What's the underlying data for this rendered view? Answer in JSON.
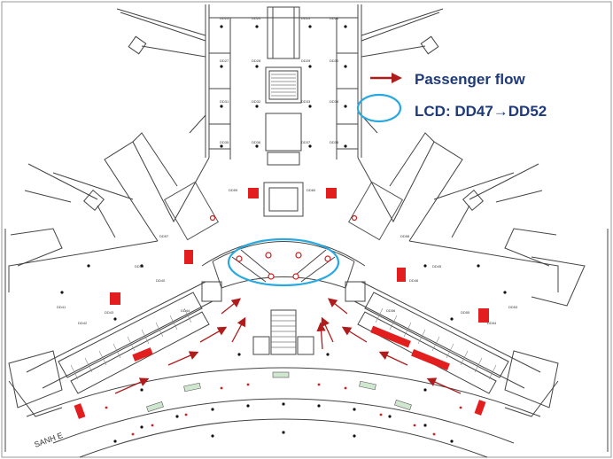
{
  "legend": {
    "flow_label": "Passenger flow",
    "lcd_label": "LCD: DD47→DD52",
    "flow_color": "#b01c1c",
    "lcd_color": "#29a8e0",
    "text_color": "#1f3a7a"
  },
  "colors": {
    "screen": "#e31e1e",
    "line": "#444444",
    "gate_light": "#cfe6cf"
  },
  "labels": {
    "hall": "SANH E",
    "gate_codes": [
      "DD23",
      "DD24",
      "DD25",
      "DD26",
      "DD27",
      "DD28",
      "DD29",
      "DD30",
      "DD31",
      "DD32",
      "DD33",
      "DD34",
      "DD35",
      "DD36",
      "DD37",
      "DD38",
      "DD39",
      "DD40",
      "DD41",
      "DD42",
      "DD43",
      "DD44",
      "DD45",
      "DD46",
      "DD53",
      "DD54",
      "DD55",
      "DD56",
      "DD57",
      "DD58",
      "DD59",
      "DD60"
    ]
  }
}
